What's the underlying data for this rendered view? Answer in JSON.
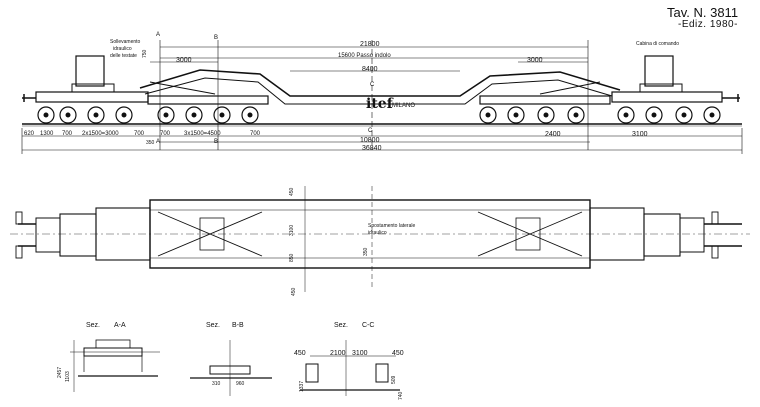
{
  "header": {
    "table_number": "Tav.  N. 3811",
    "edition": "-Ediz. 1980-"
  },
  "labels": {
    "hydraulic_lift_line1": "Sollevamento",
    "hydraulic_lift_line2": "idraulico",
    "hydraulic_lift_line3": "delle testate",
    "control_cab": "Cabina di comando",
    "lateral_shift_line1": "Spostamento laterale",
    "lateral_shift_line2": "idraulico",
    "logo": "itef",
    "logo_sub": "MILANO"
  },
  "section_marks": {
    "a": "A",
    "b": "B",
    "c": "C"
  },
  "dimensions": {
    "length_a": "21800",
    "wheelbase": "15600 Passo indolo",
    "left_3000": "3000",
    "right_3000": "3000",
    "center_8400": "8400",
    "height_750": "750",
    "bottom_chain_left": [
      "620",
      "1300",
      "700",
      "2x1500=3000",
      "700",
      "700",
      "3x1500=4500",
      "700"
    ],
    "bottom_right_2400": "2400",
    "bottom_right_3100": "3100",
    "center_10800": "10800",
    "overall_length": "36840",
    "small_350": "350",
    "plan_450_top": "450",
    "plan_3100": "3100",
    "plan_850": "850",
    "plan_450_bottom": "450",
    "plan_350": "350"
  },
  "sections": {
    "aa": {
      "label": "Sez.",
      "mark": "A-A",
      "height_2457": "2457",
      "height_1103": "1103"
    },
    "bb": {
      "label": "Sez.",
      "mark": "B-B",
      "left_dim": "310",
      "right_dim": "960"
    },
    "cc": {
      "label": "Sez.",
      "mark": "C-C",
      "dim_450_left": "450",
      "dim_2100": "2100",
      "dim_3100": "3100",
      "dim_450_right": "450",
      "height_1337": "1337",
      "height_509": "509",
      "height_740": "740"
    }
  }
}
